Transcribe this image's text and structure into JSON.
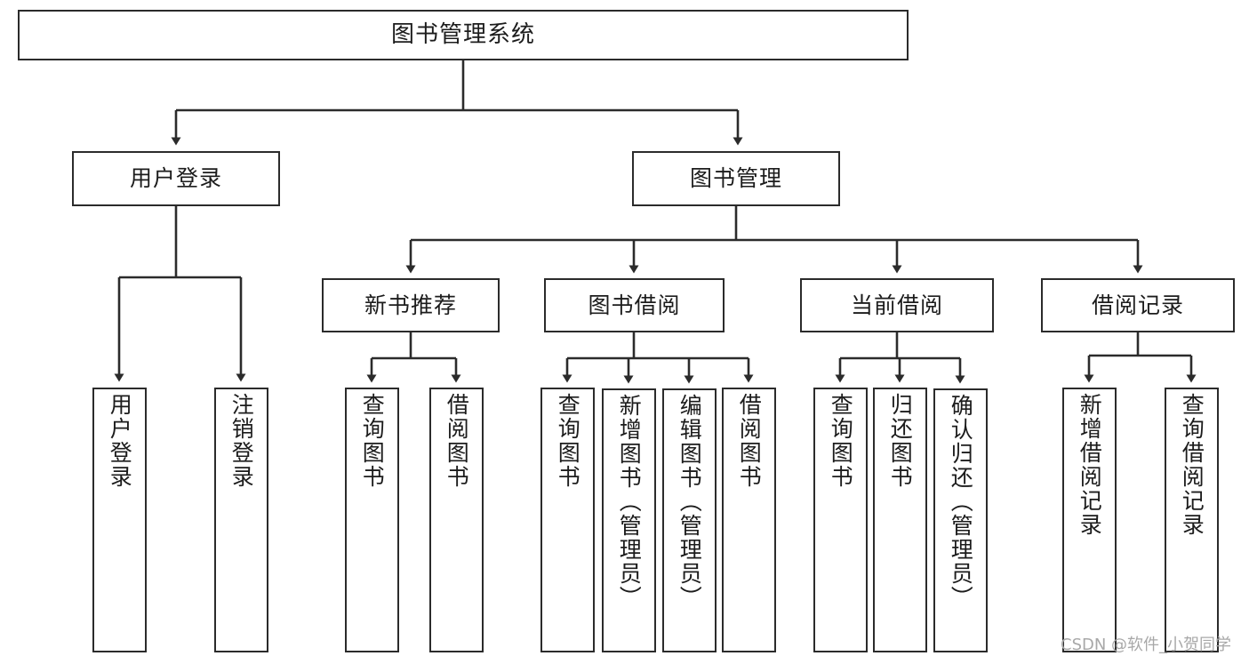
{
  "diagram": {
    "title": "图书管理系统",
    "watermark": "CSDN @软件_小贺同学",
    "colors": {
      "stroke": "#2b2b2b",
      "fill": "#ffffff",
      "text": "#1c1c1c",
      "watermark": "#a8a8a8"
    },
    "root": {
      "id": "root",
      "label": "图书管理系统"
    },
    "level2": [
      {
        "id": "user-login",
        "label": "用户登录"
      },
      {
        "id": "book-management",
        "label": "图书管理"
      }
    ],
    "level3": [
      {
        "id": "new-book-recommend",
        "label": "新书推荐"
      },
      {
        "id": "book-borrow",
        "label": "图书借阅"
      },
      {
        "id": "current-borrow",
        "label": "当前借阅"
      },
      {
        "id": "borrow-record",
        "label": "借阅记录"
      }
    ],
    "leaves": {
      "user_login": [
        {
          "id": "leaf-user-login",
          "label": "用户登录"
        },
        {
          "id": "leaf-logout-login",
          "label": "注销登录"
        }
      ],
      "new_book_recommend": [
        {
          "id": "leaf-query-book-1",
          "label": "查询图书"
        },
        {
          "id": "leaf-borrow-book-1",
          "label": "借阅图书"
        }
      ],
      "book_borrow": [
        {
          "id": "leaf-query-book-2",
          "label": "查询图书"
        },
        {
          "id": "leaf-add-book",
          "label": "新增图书（管理员）"
        },
        {
          "id": "leaf-edit-book",
          "label": "编辑图书（管理员）"
        },
        {
          "id": "leaf-borrow-book-2",
          "label": "借阅图书"
        }
      ],
      "current_borrow": [
        {
          "id": "leaf-query-book-3",
          "label": "查询图书"
        },
        {
          "id": "leaf-return-book",
          "label": "归还图书"
        },
        {
          "id": "leaf-confirm-return",
          "label": "确认归还（管理员）"
        }
      ],
      "borrow_record": [
        {
          "id": "leaf-add-record",
          "label": "新增借阅记录"
        },
        {
          "id": "leaf-query-record",
          "label": "查询借阅记录"
        }
      ]
    }
  }
}
